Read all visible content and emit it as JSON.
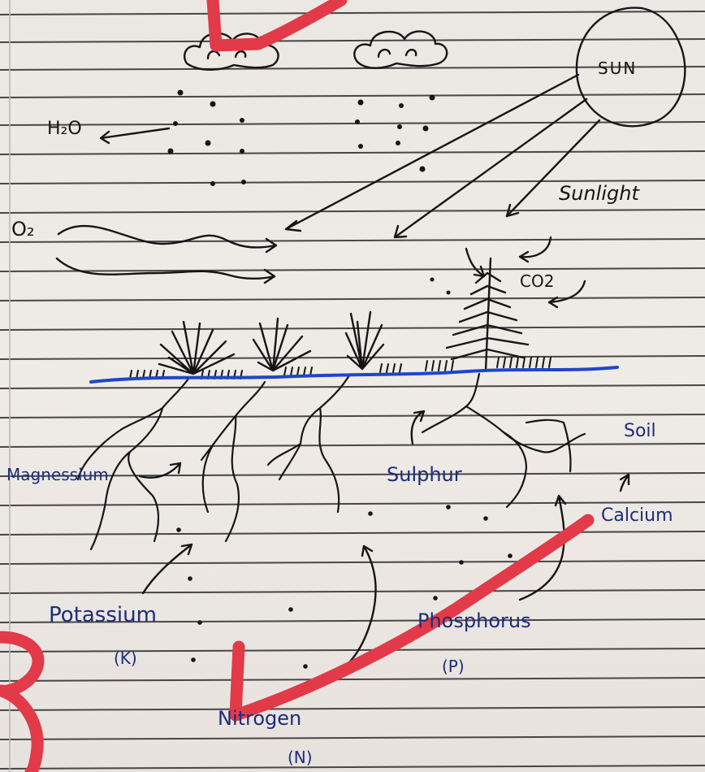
{
  "diagram": {
    "labels": {
      "sun": "SUN",
      "water": "H₂O",
      "oxygen": "O₂",
      "sunlight": "Sunlight",
      "co2": "CO2",
      "soil": "Soil",
      "magnesium": "Magnessium",
      "sulphur": "Sulphur",
      "calcium": "Calcium",
      "potassium": "Potassium",
      "potassium_symbol": "(K)",
      "phosphorus": "Phosphorus",
      "phosphorus_symbol": "(P)",
      "nitrogen": "Nitrogen",
      "nitrogen_symbol": "(N)"
    }
  },
  "colors": {
    "ink_black": "#151515",
    "ink_blue": "#1c2d78",
    "ground_line": "#1f46c8",
    "marker_red": "#e23a48",
    "paper": "#ece8e4",
    "rule_line": "#2a2a2a"
  }
}
